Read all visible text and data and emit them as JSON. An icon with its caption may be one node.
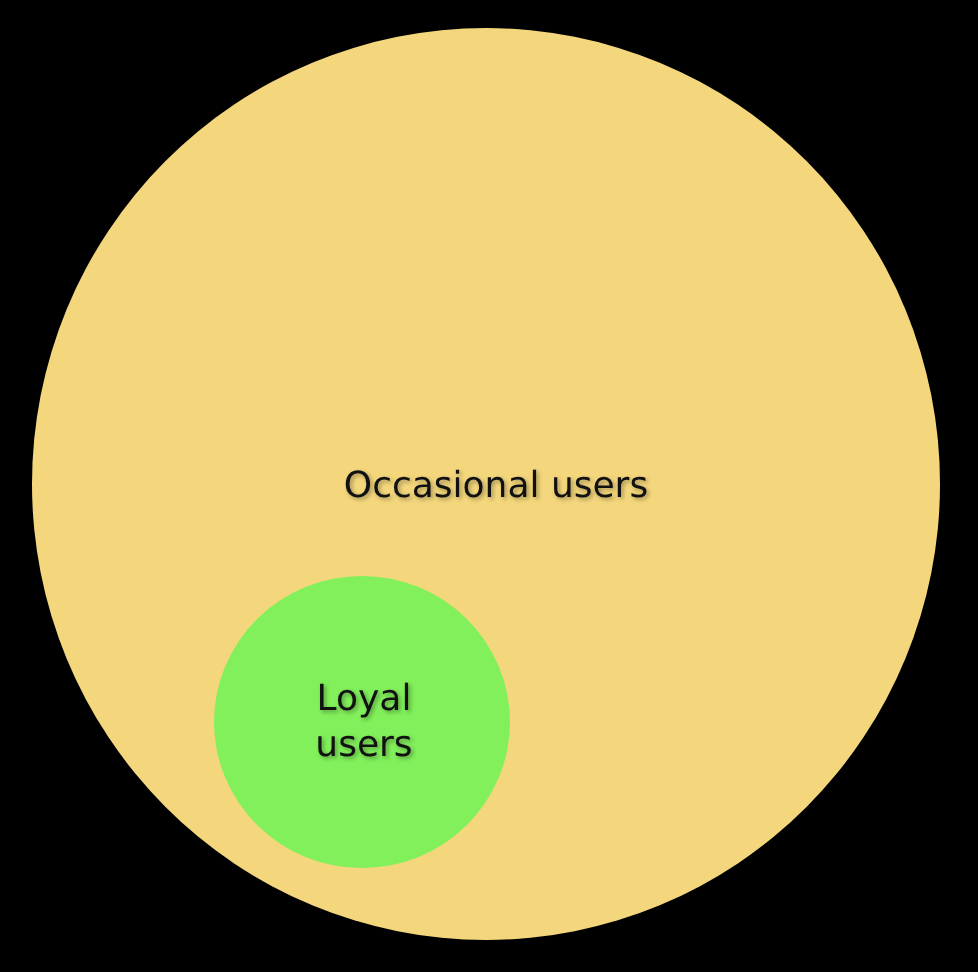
{
  "diagram": {
    "nodes": [
      {
        "text": [
          "Occasional users"
        ]
      },
      {
        "text": [
          "Loyal users"
        ],
        "in": 0
      }
    ]
  }
}
